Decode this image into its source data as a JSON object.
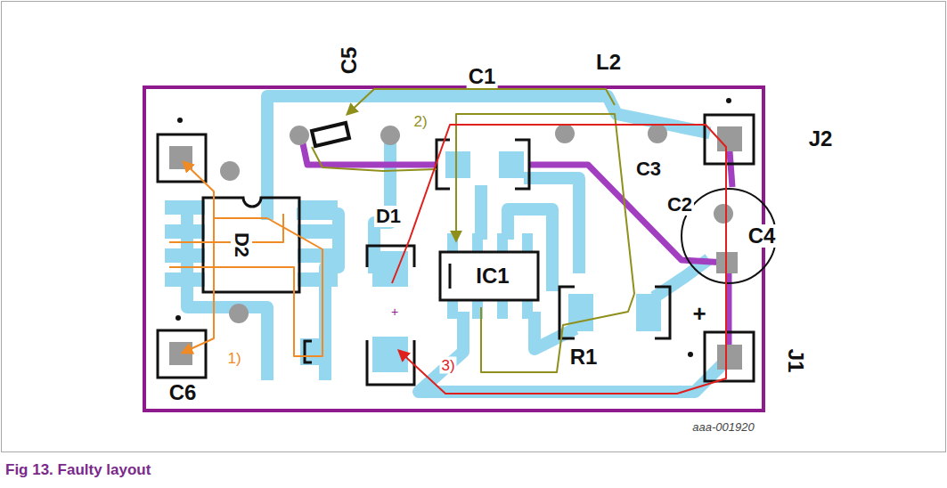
{
  "diagram": {
    "caption": "Fig 13. Faulty layout",
    "labels": [
      "C5",
      "C1",
      "L2",
      "2)",
      "J2",
      "C3",
      "C2",
      "D1",
      "IC1",
      "C4",
      "D2",
      "+",
      "+",
      "R1",
      "J1",
      "1)",
      "3)",
      "C6",
      "aaa-001920"
    ]
  }
}
